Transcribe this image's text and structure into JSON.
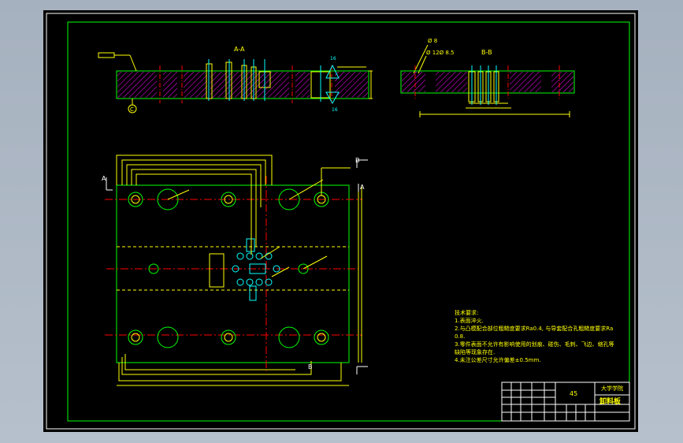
{
  "views": {
    "section_aa": "A-A",
    "section_bb": "B-B",
    "section_a_mark": "A",
    "section_b_mark": "B",
    "datum_symbol": "C"
  },
  "dimensions": {
    "dia_8": "Ø 8",
    "dia_12": "Ø 12Ø 8.5",
    "rough_16": "16"
  },
  "tech_notes": {
    "title": "技术要求:",
    "items": [
      "1.表面淬火.",
      "2.与凸模配合部位粗糙度要求Ra0.4, 与导套配合孔粗糙度要求Ra",
      "0.8.",
      "3.零件表面不允许有影响使用的划痕、碰伤、毛刺、飞边、缩孔等",
      "缺陷等现象存在.",
      "4.未注公差尺寸允许偏差±0.5mm."
    ]
  },
  "title_block": {
    "material": "45",
    "school": "大学学院",
    "part_name": "卸料板"
  },
  "colors": {
    "frame": "#ffffff",
    "outline": "#00ff00",
    "dimension": "#ffff00",
    "hatch": "#ff00ff",
    "centerline": "#ff0000",
    "detail": "#00ffff"
  }
}
